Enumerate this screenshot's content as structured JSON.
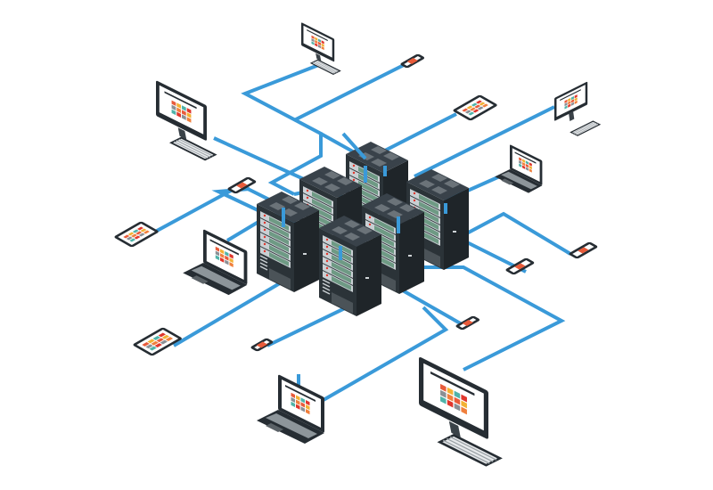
{
  "diagram": {
    "type": "isometric-network",
    "colors": {
      "link": "#3a9ad9",
      "rack_dark": "#2b3338",
      "rack_side": "#1f2529",
      "rack_top": "#39424a",
      "rack_vent": "#6b7379",
      "drawer": "#c9cfd3",
      "drawer_panel": "#6e9a84",
      "led": "#e0362c",
      "device_body": "#262d33",
      "screen": "#ffffff",
      "tile_colors": [
        "#e85b3a",
        "#f2b134",
        "#4fb3a9",
        "#e0362c",
        "#8a8f94",
        "#f07f3c"
      ]
    },
    "servers": [
      {
        "icon": "server-rack-icon"
      },
      {
        "icon": "server-rack-icon"
      },
      {
        "icon": "server-rack-icon"
      },
      {
        "icon": "server-rack-icon"
      },
      {
        "icon": "server-rack-icon"
      },
      {
        "icon": "server-rack-icon"
      }
    ],
    "devices": [
      {
        "kind": "monitor",
        "icon": "desktop-monitor-icon"
      },
      {
        "kind": "phone",
        "icon": "smartphone-icon"
      },
      {
        "kind": "monitor",
        "icon": "desktop-monitor-icon"
      },
      {
        "kind": "tablet",
        "icon": "tablet-icon"
      },
      {
        "kind": "monitor",
        "icon": "desktop-monitor-icon"
      },
      {
        "kind": "laptop",
        "icon": "laptop-icon"
      },
      {
        "kind": "phone",
        "icon": "smartphone-icon"
      },
      {
        "kind": "tablet",
        "icon": "tablet-icon"
      },
      {
        "kind": "laptop",
        "icon": "laptop-icon"
      },
      {
        "kind": "phone",
        "icon": "smartphone-icon"
      },
      {
        "kind": "phone",
        "icon": "smartphone-icon"
      },
      {
        "kind": "phone",
        "icon": "smartphone-icon"
      },
      {
        "kind": "tablet",
        "icon": "tablet-icon"
      },
      {
        "kind": "phone",
        "icon": "smartphone-icon"
      },
      {
        "kind": "laptop",
        "icon": "laptop-icon"
      },
      {
        "kind": "monitor",
        "icon": "desktop-monitor-icon"
      }
    ]
  }
}
